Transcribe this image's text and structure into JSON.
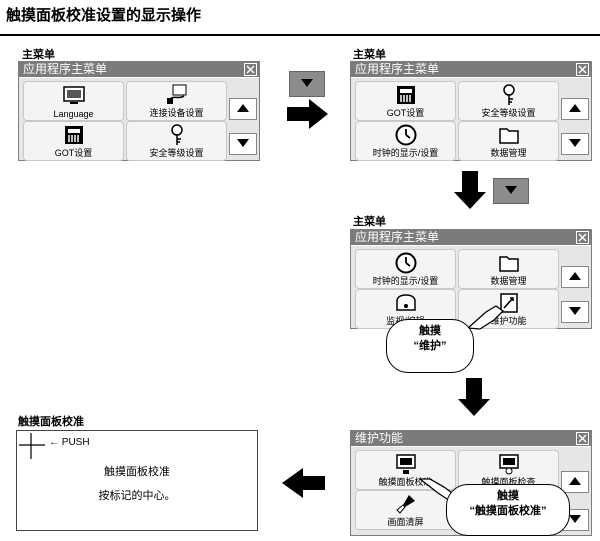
{
  "page_title": "触摸面板校准设置的显示操作",
  "labels": {
    "main_menu_1": "主菜单",
    "main_menu_2": "主菜单",
    "main_menu_3": "主菜单",
    "calibration": "触摸面板校准"
  },
  "panel1": {
    "title": "应用程序主菜单",
    "tiles": [
      "Language",
      "连接设备设置",
      "GOT设置",
      "安全等级设置"
    ]
  },
  "panel2": {
    "title": "应用程序主菜单",
    "tiles": [
      "GOT设置",
      "安全等级设置",
      "时钟的显示/设置",
      "数据管理"
    ]
  },
  "panel3": {
    "title": "应用程序主菜单",
    "tiles": [
      "时钟的显示/设置",
      "数据管理",
      "监视/编辑",
      "维护功能"
    ]
  },
  "panel4": {
    "title": "维护功能",
    "tiles": [
      "触摸面板校准",
      "触摸面板检查",
      "画面清屏",
      ""
    ]
  },
  "callout1": {
    "line1": "触摸",
    "line2": "“维护”"
  },
  "callout2": {
    "line1": "触摸",
    "line2": "“触摸面板校准”"
  },
  "calibration_screen": {
    "push_text": "← PUSH",
    "line1": "触摸面板校准",
    "line2": "按标记的中心。"
  }
}
